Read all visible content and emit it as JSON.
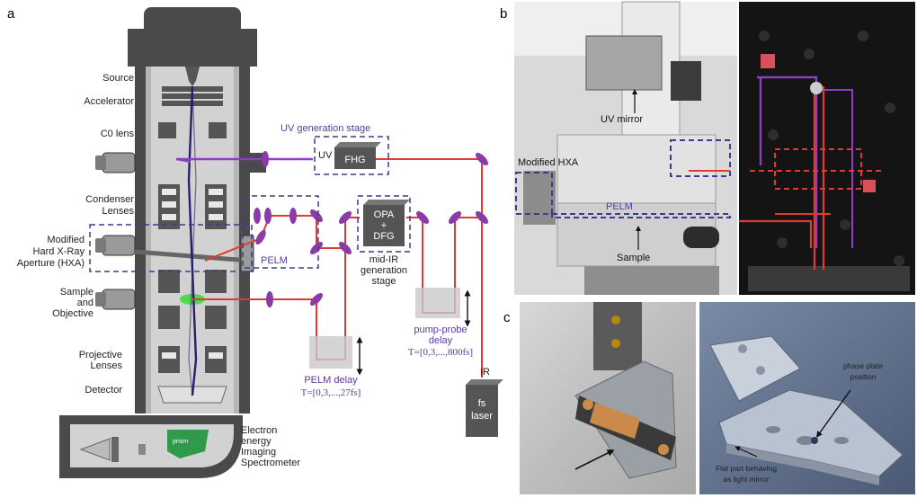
{
  "panels": {
    "a": "a",
    "b": "b",
    "c": "c"
  },
  "column_labels": {
    "source": "Source",
    "accelerator": "Accelerator",
    "c0_lens": "C0 lens",
    "condenser": [
      "Condenser",
      "Lenses"
    ],
    "hxa": [
      "Modified",
      "Hard X-Ray",
      "Aperture (HXA)"
    ],
    "sample_objective": [
      "Sample",
      "and",
      "Objective"
    ],
    "projective": [
      "Projective",
      "Lenses"
    ],
    "detector": "Detector",
    "spectrometer": [
      "Electron",
      "energy",
      "Imaging",
      "Spectrometer"
    ],
    "prism": "prism"
  },
  "optics": {
    "uv_stage": "UV generation stage",
    "uv": "UV",
    "fhg": "FHG",
    "pelm": "PELM",
    "opa": "OPA",
    "plus": "+",
    "dfg": "DFG",
    "midir": [
      "mid-IR",
      "generation",
      "stage"
    ],
    "pump_probe": [
      "pump-probe",
      "delay"
    ],
    "pump_probe_t": "T=[0,3,...,800fs]",
    "pelm_delay": "PELM delay",
    "pelm_delay_t": "T=[0,3,...,27fs]",
    "ir": "IR",
    "fs_laser": [
      "fs",
      "laser"
    ]
  },
  "photo_b": {
    "uv_mirror": "UV mirror",
    "modified_hxa": "Modified HXA",
    "pelm": "PELM",
    "sample": "Sample"
  },
  "photo_c": {
    "phase_plate": [
      "phase plate",
      "position"
    ],
    "flat_part": [
      "Flat part behaving",
      "as light mirror"
    ]
  },
  "colors": {
    "red_beam": "#e03a32",
    "purple_beam": "#8a3fc4",
    "uv_purple": "#a34fcf",
    "mirror": "#8b3aa8",
    "dashed": "#3c3c8c",
    "column_dark": "#4a4a4a",
    "column_mid": "#9a9a9a",
    "column_light": "#c9c9c9",
    "prism_green": "#2f9a4a",
    "sample_green": "#4bdc4b"
  }
}
